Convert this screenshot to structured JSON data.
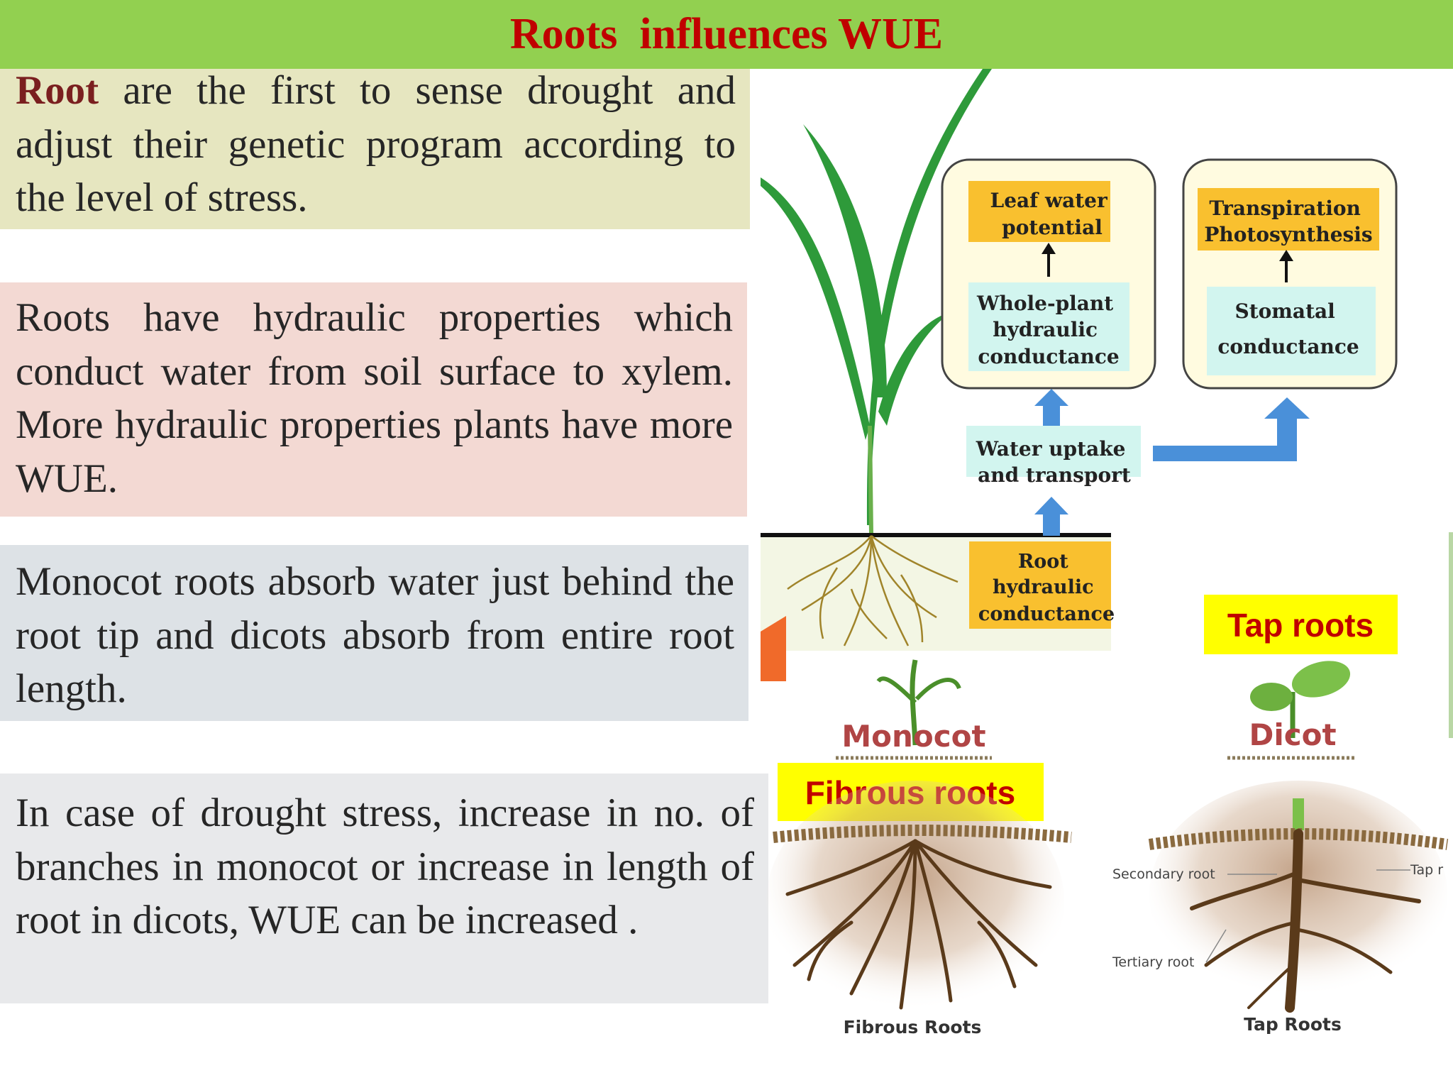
{
  "title": "Roots  influences WUE",
  "panels": [
    {
      "lead": "Root",
      "text": " are the first to sense drought and adjust their genetic program according to the level of stress."
    },
    {
      "text": "Roots have hydraulic properties which conduct water from soil surface to xylem. More hydraulic properties plants have more WUE."
    },
    {
      "text": "Monocot roots absorb water just behind the root tip and dicots absorb from entire root length."
    },
    {
      "text": "In case of drought stress, increase in no. of branches in monocot or increase in length of root in dicots, WUE can be increased ."
    }
  ],
  "diagram": {
    "leaf_water_potential": [
      "Leaf water",
      "potential"
    ],
    "whole_plant": [
      "Whole-plant",
      "hydraulic",
      "conductance"
    ],
    "transpiration": [
      "Transpiration",
      "Photosynthesis"
    ],
    "stomatal": [
      "Stomatal",
      "conductance"
    ],
    "water_uptake": [
      "Water uptake",
      "and transport"
    ],
    "root_hydraulic": [
      "Root",
      "hydraulic",
      "conductance"
    ]
  },
  "roots": {
    "monocot_label": "Monocot",
    "dicot_label": "Dicot",
    "fibrous_badge": "Fibrous roots",
    "tap_badge": "Tap roots",
    "fibrous_caption": "Fibrous Roots",
    "tap_caption": "Tap Roots",
    "secondary_root": "Secondary root",
    "tertiary_root": "Tertiary root",
    "tap_root_label": "Tap r"
  },
  "colors": {
    "title_bar": "#92d050",
    "title_text": "#c00000",
    "panel1": "#e6e6c0",
    "panel2": "#f3d9d3",
    "panel3": "#dde2e6",
    "panel4": "#e8e9eb",
    "box_orange": "#f9c02f",
    "box_cyan": "#d2f5ef",
    "arrow_blue": "#4a90d9",
    "badge_yellow": "#ffff00",
    "leaf_green": "#2e9a3a"
  }
}
